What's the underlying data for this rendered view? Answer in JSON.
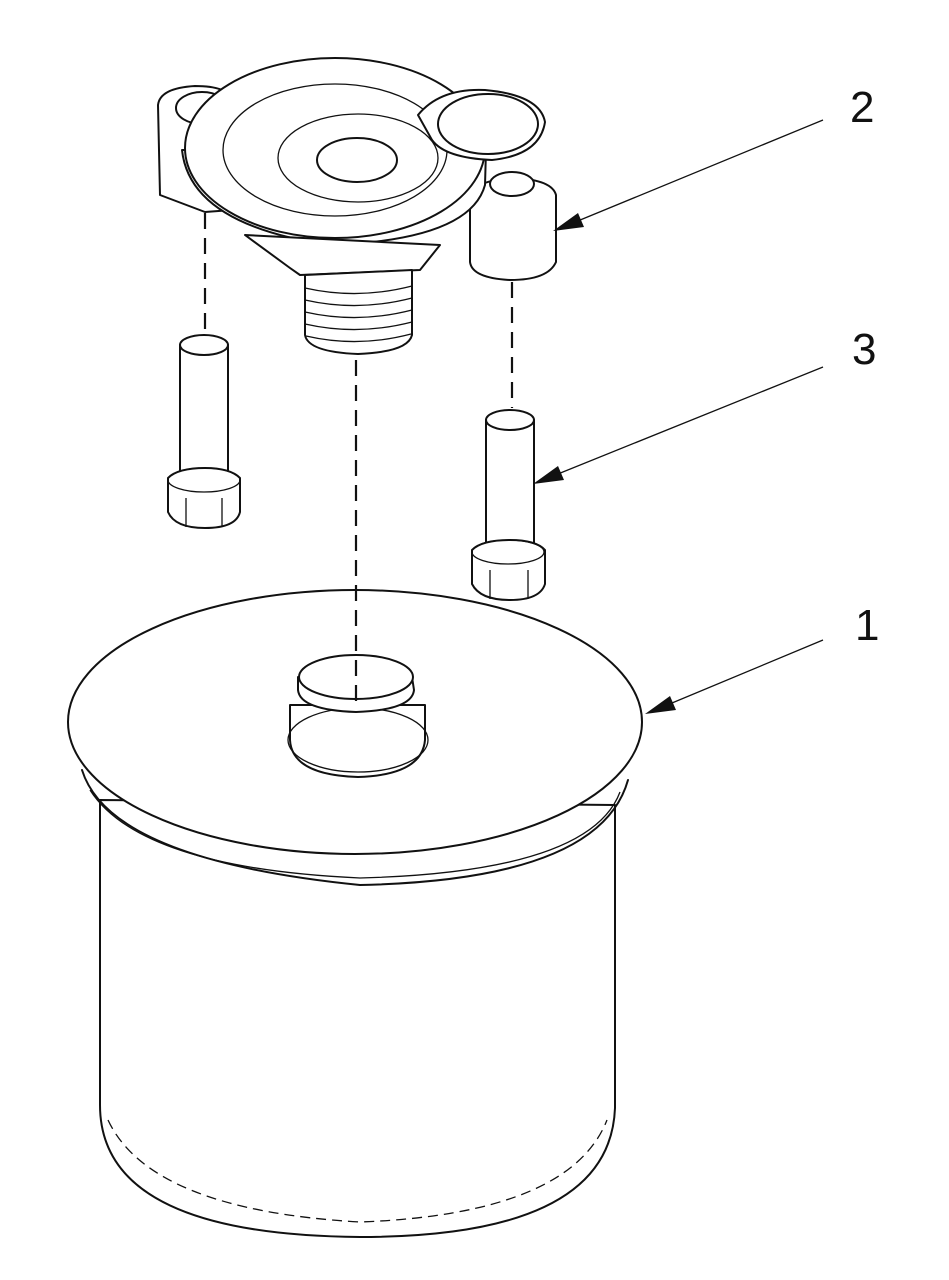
{
  "diagram": {
    "callouts": [
      {
        "label": "1",
        "part": "filter-canister"
      },
      {
        "label": "2",
        "part": "filter-head"
      },
      {
        "label": "3",
        "part": "flange-bolt"
      }
    ],
    "colors": {
      "line": "#111111",
      "background": "#ffffff"
    }
  }
}
